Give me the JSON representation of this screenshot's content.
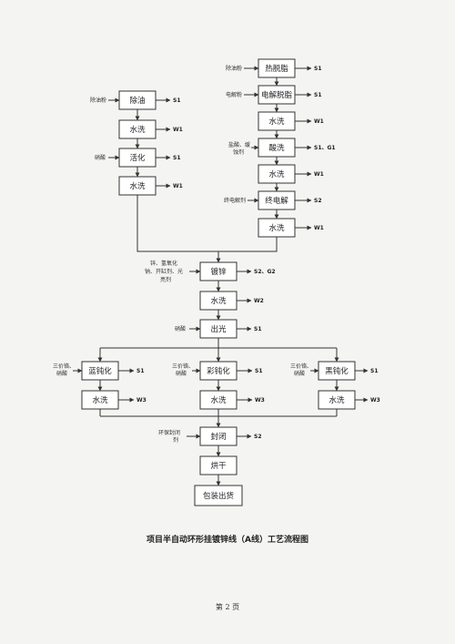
{
  "diagram": {
    "title": "项目半自动环形挂镀锌线（A线）工艺流程图",
    "page_number": "第 2 页",
    "steps": {
      "rexiyou": "热脱脂",
      "dianjie": "电解脱脂",
      "shuixi_r1": "水洗",
      "suanxi": "酸洗",
      "shuixi_r2": "水洗",
      "chudianjie": "终电解",
      "shuixi_r3": "水洗",
      "chuyou": "除油",
      "shuixi_l1": "水洗",
      "huohua": "活化",
      "shuixi_l2": "水洗",
      "duxin": "镀锌",
      "shuixi_c1": "水洗",
      "chuguang": "出光",
      "landunhua": "蓝钝化",
      "shuixi_b1": "水洗",
      "caidunhua": "彩钝化",
      "shuixi_b2": "水洗",
      "heidunhua": "黑钝化",
      "shuixi_b3": "水洗",
      "fengbi": "封闭",
      "honggan": "烘干",
      "baozhuang": "包装出货"
    },
    "inputs": {
      "rexiyou": "除油粉",
      "dianjie": "电解粉",
      "suanxi_1": "盐酸、缓",
      "suanxi_2": "蚀剂",
      "chudianjie": "终电解剂",
      "chuyou": "除油粉",
      "huohua": "硝酸",
      "duxin_1": "锌、氢氧化",
      "duxin_2": "钠、开缸剂、光",
      "duxin_3": "亮剂",
      "chuguang": "硝酸",
      "landunhua_1": "三价铬、",
      "landunhua_2": "硝酸",
      "caidunhua_1": "三价铬、",
      "caidunhua_2": "硝酸",
      "heidunhua_1": "三价铬、",
      "heidunhua_2": "硝酸",
      "fengbi_1": "环保封闭",
      "fengbi_2": "剂"
    },
    "outputs": {
      "rexiyou": "S1",
      "dianjie": "S1",
      "shuixi_r1": "W1",
      "suanxi": "S1、G1",
      "shuixi_r2": "W1",
      "chudianjie": "S2",
      "shuixi_r3": "W1",
      "chuyou": "S1",
      "shuixi_l1": "W1",
      "huohua": "S1",
      "shuixi_l2": "W1",
      "duxin": "S2、G2",
      "shuixi_c1": "W2",
      "chuguang": "S1",
      "landunhua": "S1",
      "shuixi_b1": "W3",
      "caidunhua": "S1",
      "shuixi_b2": "W3",
      "heidunhua": "S1",
      "shuixi_b3": "W3",
      "fengbi": "S2"
    }
  }
}
